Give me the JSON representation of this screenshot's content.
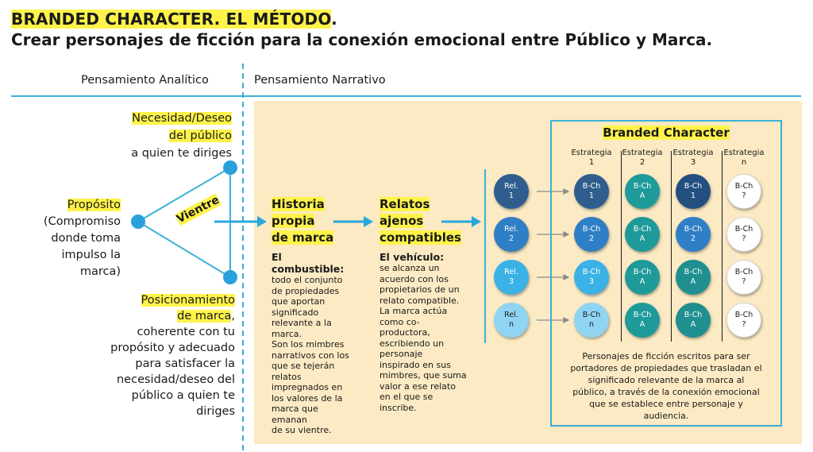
{
  "title": {
    "line1_highlight": "BRANDED CHARACTER. EL MÉTODO",
    "line1_tail": ".",
    "line2": "Crear personajes de ficción para la conexión emocional entre Público y Marca."
  },
  "headers": {
    "analytic": "Pensamiento Analítico",
    "narrative": "Pensamiento Narrativo"
  },
  "analytic": {
    "necesidad_l1": "Necesidad/Deseo",
    "necesidad_l2": "del público",
    "necesidad_l3": "a quien te diriges",
    "proposito_title": "Propósito",
    "proposito_lines": [
      "(Compromiso",
      "donde toma",
      "impulso la",
      "marca)"
    ],
    "vientre": "Vientre",
    "posicionamiento_l1": "Posicionamiento",
    "posicionamiento_l2": "de marca",
    "posicionamiento_l2_tail": ",",
    "posicionamiento_lines": [
      "coherente con tu",
      "propósito y adecuado",
      "para satisfacer la",
      "necesidad/deseo del",
      "público a quien te",
      "diriges"
    ]
  },
  "historia": {
    "head": [
      "Historia",
      "propia",
      "de marca"
    ],
    "sub": "El combustible:",
    "body": [
      "todo el conjunto",
      "de propiedades",
      "que aportan",
      "significado",
      "relevante a la",
      "marca.",
      "Son los mimbres",
      "narrativos con los",
      "que se tejerán",
      "relatos",
      "impregnados en",
      "los valores de la",
      "marca que emanan",
      "de su vientre."
    ]
  },
  "relatos": {
    "head": [
      "Relatos",
      "ajenos",
      "compatibles"
    ],
    "sub": "El vehículo:",
    "body": [
      "se alcanza un",
      "acuerdo con los",
      "propietarios de un",
      "relato compatible.",
      "La marca actúa",
      "como co-",
      "productora,",
      "escribiendo un",
      "personaje",
      "inspirado en sus",
      "mimbres, que suma",
      "valor a ese relato",
      "en el que se",
      "inscribe."
    ]
  },
  "rel_column": [
    {
      "l1": "Rel.",
      "l2": "1",
      "color": "#2f5e8e"
    },
    {
      "l1": "Rel.",
      "l2": "2",
      "color": "#2f7fc6"
    },
    {
      "l1": "Rel.",
      "l2": "3",
      "color": "#3bb2e6"
    },
    {
      "l1": "Rel.",
      "l2": "n",
      "color": "#8fd4f2"
    }
  ],
  "branded": {
    "title": "Branded Character",
    "strategies": [
      {
        "l1": "Estrategia",
        "l2": "1"
      },
      {
        "l1": "Estrategia",
        "l2": "2"
      },
      {
        "l1": "Estrategia",
        "l2": "3"
      },
      {
        "l1": "Estrategia",
        "l2": "n"
      }
    ],
    "grid": [
      [
        {
          "l1": "B-Ch",
          "l2": "1",
          "color": "#2f5e8e"
        },
        {
          "l1": "B-Ch",
          "l2": "2",
          "color": "#2f7fc6"
        },
        {
          "l1": "B-Ch",
          "l2": "3",
          "color": "#3bb2e6"
        },
        {
          "l1": "B-Ch",
          "l2": "n",
          "color": "#8fd4f2"
        }
      ],
      [
        {
          "l1": "B-Ch",
          "l2": "A",
          "color": "#1f9a9a"
        },
        {
          "l1": "B-Ch",
          "l2": "A",
          "color": "#1f9a9a"
        },
        {
          "l1": "B-Ch",
          "l2": "A",
          "color": "#1f9a9a"
        },
        {
          "l1": "B-Ch",
          "l2": "A",
          "color": "#1f9a9a"
        }
      ],
      [
        {
          "l1": "B-Ch",
          "l2": "1",
          "color": "#234f80"
        },
        {
          "l1": "B-Ch",
          "l2": "2",
          "color": "#2f7fc6"
        },
        {
          "l1": "B-Ch",
          "l2": "A",
          "color": "#1f8f8f"
        },
        {
          "l1": "B-Ch",
          "l2": "A",
          "color": "#1f8f8f"
        }
      ],
      [
        {
          "l1": "B-Ch",
          "l2": "?",
          "color": "#ffffff"
        },
        {
          "l1": "B-Ch",
          "l2": "?",
          "color": "#ffffff"
        },
        {
          "l1": "B-Ch",
          "l2": "?",
          "color": "#ffffff"
        },
        {
          "l1": "B-Ch",
          "l2": "?",
          "color": "#ffffff"
        }
      ]
    ],
    "description": [
      "Personajes de ficción escritos para ser",
      "portadores de propiedades que trasladan el",
      "significado relevante de la marca al",
      "público, a través de la conexión emocional",
      "que se establece entre personaje y",
      "audiencia."
    ]
  },
  "colors": {
    "accent_blue": "#29a8dc",
    "panel_bg": "#fbeac3",
    "highlight": "#fff34a"
  }
}
